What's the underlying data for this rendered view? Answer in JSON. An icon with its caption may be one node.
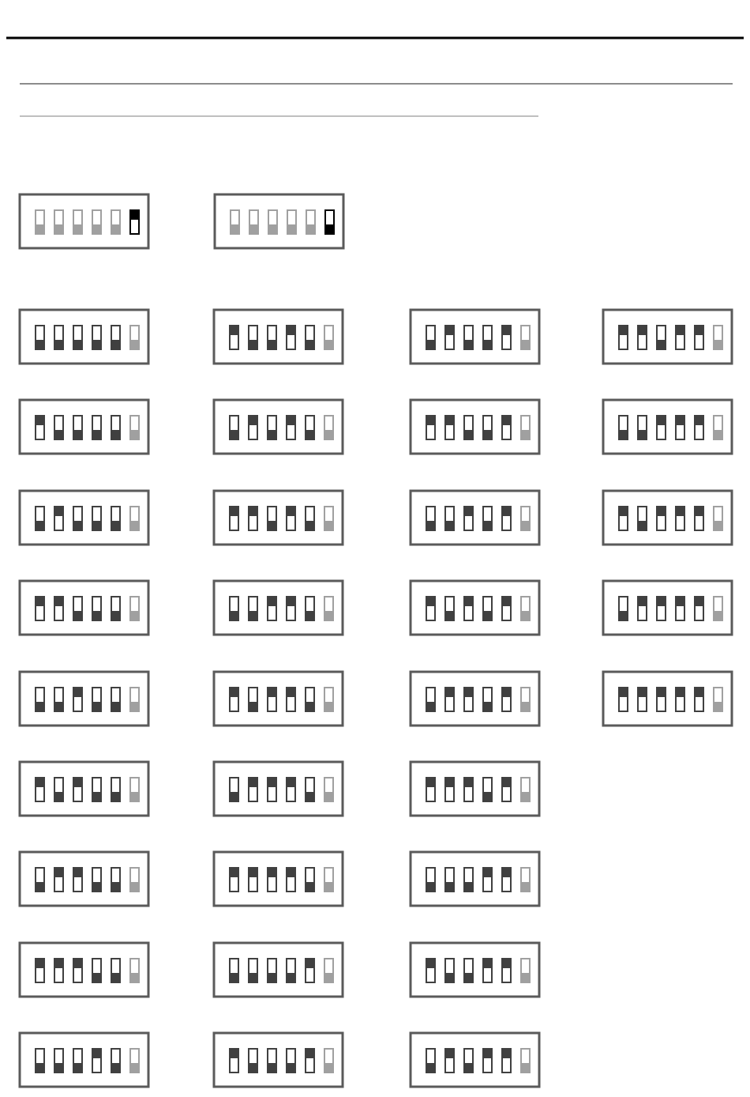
{
  "diagram": {
    "nodes": [
      {
        "text": [],
        "shape": "box"
      },
      {
        "text": [],
        "shape": "box"
      },
      {
        "text": [],
        "shape": "box"
      },
      {
        "text": [],
        "shape": "box"
      },
      {
        "text": [],
        "shape": "box"
      },
      {
        "text": [],
        "shape": "box"
      },
      {
        "text": [],
        "shape": "box"
      },
      {
        "text": [],
        "shape": "box"
      },
      {
        "text": [],
        "shape": "box"
      },
      {
        "text": [],
        "shape": "box"
      },
      {
        "text": [],
        "shape": "box"
      },
      {
        "text": [],
        "shape": "box"
      },
      {
        "text": [],
        "shape": "box"
      },
      {
        "text": [],
        "shape": "box"
      },
      {
        "text": [],
        "shape": "box"
      },
      {
        "text": [],
        "shape": "box"
      },
      {
        "text": [],
        "shape": "box"
      },
      {
        "text": [],
        "shape": "box"
      },
      {
        "text": [],
        "shape": "box"
      },
      {
        "text": [],
        "shape": "box"
      },
      {
        "text": [],
        "shape": "box"
      },
      {
        "text": [],
        "shape": "box"
      },
      {
        "text": [],
        "shape": "box"
      },
      {
        "text": [],
        "shape": "box"
      },
      {
        "text": [],
        "shape": "box"
      },
      {
        "text": [],
        "shape": "box"
      },
      {
        "text": [],
        "shape": "box"
      },
      {
        "text": [],
        "shape": "box"
      },
      {
        "text": [],
        "shape": "box"
      },
      {
        "text": [],
        "shape": "box"
      },
      {
        "text": [],
        "shape": "box"
      },
      {
        "text": [],
        "shape": "box"
      },
      {
        "text": [],
        "shape": "box"
      },
      {
        "text": [],
        "shape": "box"
      }
    ]
  }
}
